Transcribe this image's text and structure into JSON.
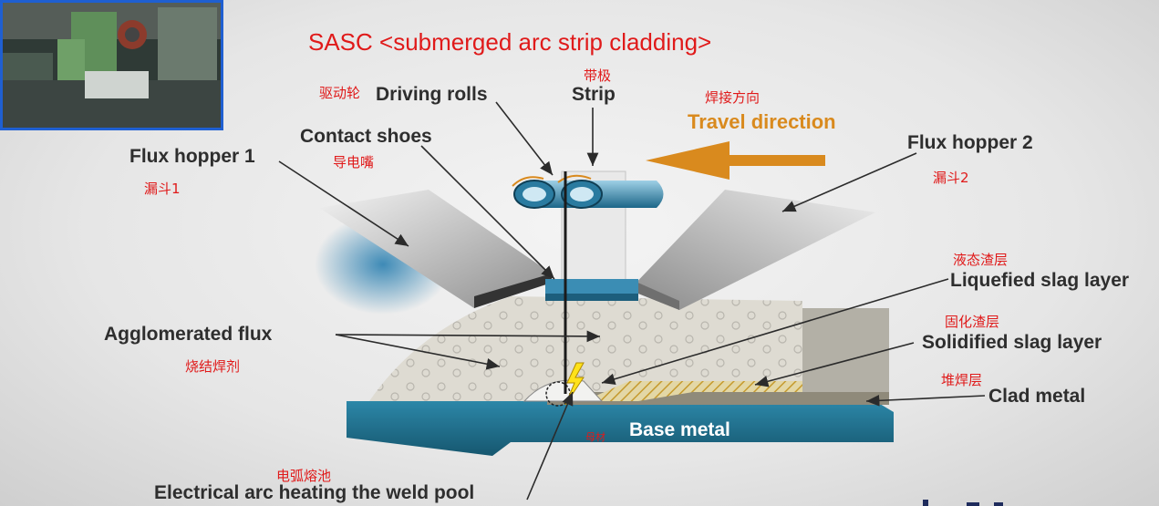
{
  "title": "SASC <submerged arc strip cladding>",
  "labels": {
    "driving_rolls": "Driving rolls",
    "driving_rolls_cn": "驱动轮",
    "strip": "Strip",
    "strip_cn": "带极",
    "travel_direction": "Travel direction",
    "travel_direction_cn": "焊接方向",
    "contact_shoes": "Contact shoes",
    "contact_shoes_cn": "导电嘴",
    "flux_hopper_1": "Flux hopper 1",
    "flux_hopper_1_cn": "漏斗1",
    "flux_hopper_2": "Flux hopper 2",
    "flux_hopper_2_cn": "漏斗2",
    "liquefied_slag": "Liquefied slag layer",
    "liquefied_slag_cn": "液态渣层",
    "solidified_slag": "Solidified slag layer",
    "solidified_slag_cn": "固化渣层",
    "clad_metal": "Clad metal",
    "clad_metal_cn": "堆焊层",
    "agglomerated_flux": "Agglomerated flux",
    "agglomerated_flux_cn": "烧结焊剂",
    "base_metal": "Base metal",
    "base_metal_cn": "母材",
    "arc": "Electrical arc heating the weld pool",
    "arc_cn": "电弧熔池"
  },
  "colors": {
    "title_red": "#e01a1a",
    "travel_orange": "#d98a1e",
    "base_blue": "#1e6f8e",
    "photo_border": "#1f5fd1"
  },
  "icons": {
    "photo": "welding-machine-photo",
    "arrow": "travel-direction-arrow",
    "arc": "lightning-arc-icon"
  }
}
